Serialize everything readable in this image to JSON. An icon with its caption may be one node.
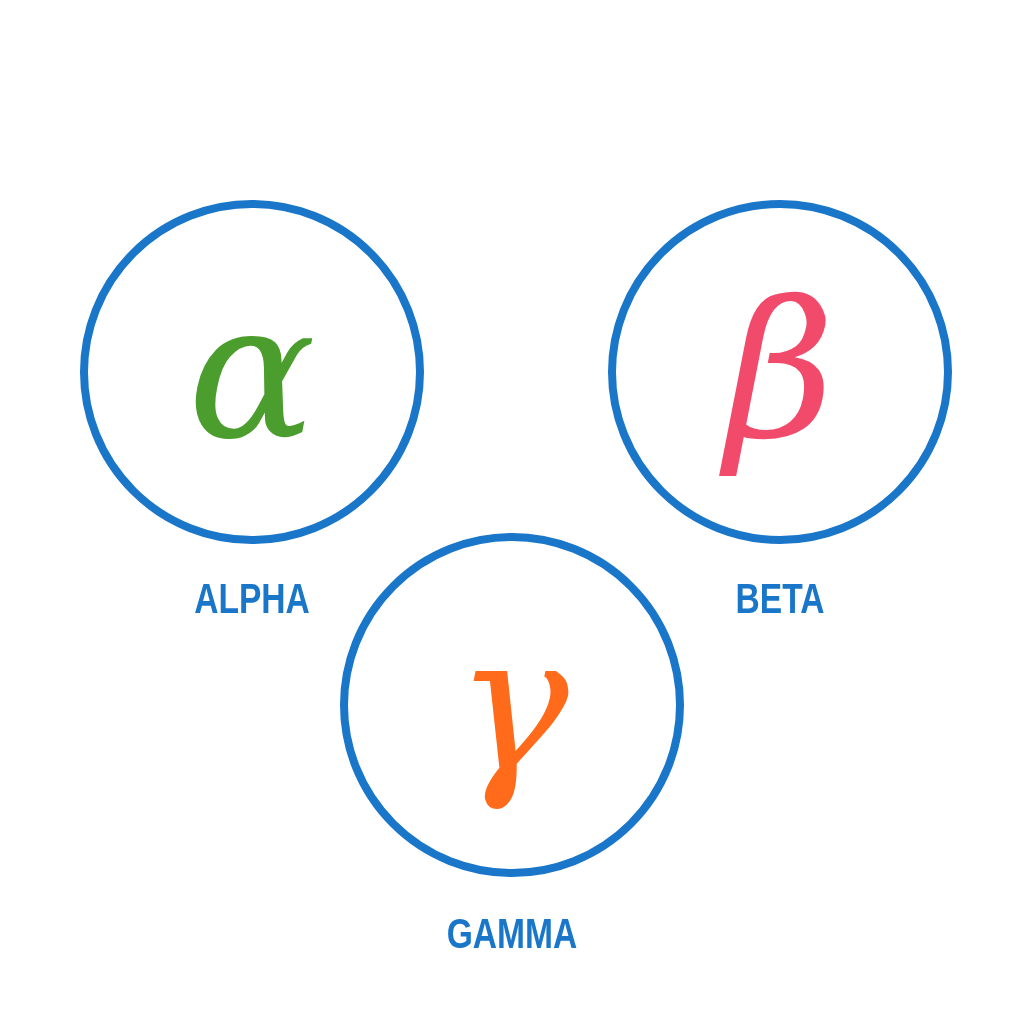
{
  "diagram": {
    "nodes": [
      {
        "text": [
          "α"
        ],
        "beside": [
          "ALPHA"
        ]
      },
      {
        "text": [
          "β"
        ],
        "beside": [
          "BETA"
        ]
      },
      {
        "text": [
          "γ"
        ],
        "beside": [
          "GAMMA"
        ]
      }
    ]
  }
}
